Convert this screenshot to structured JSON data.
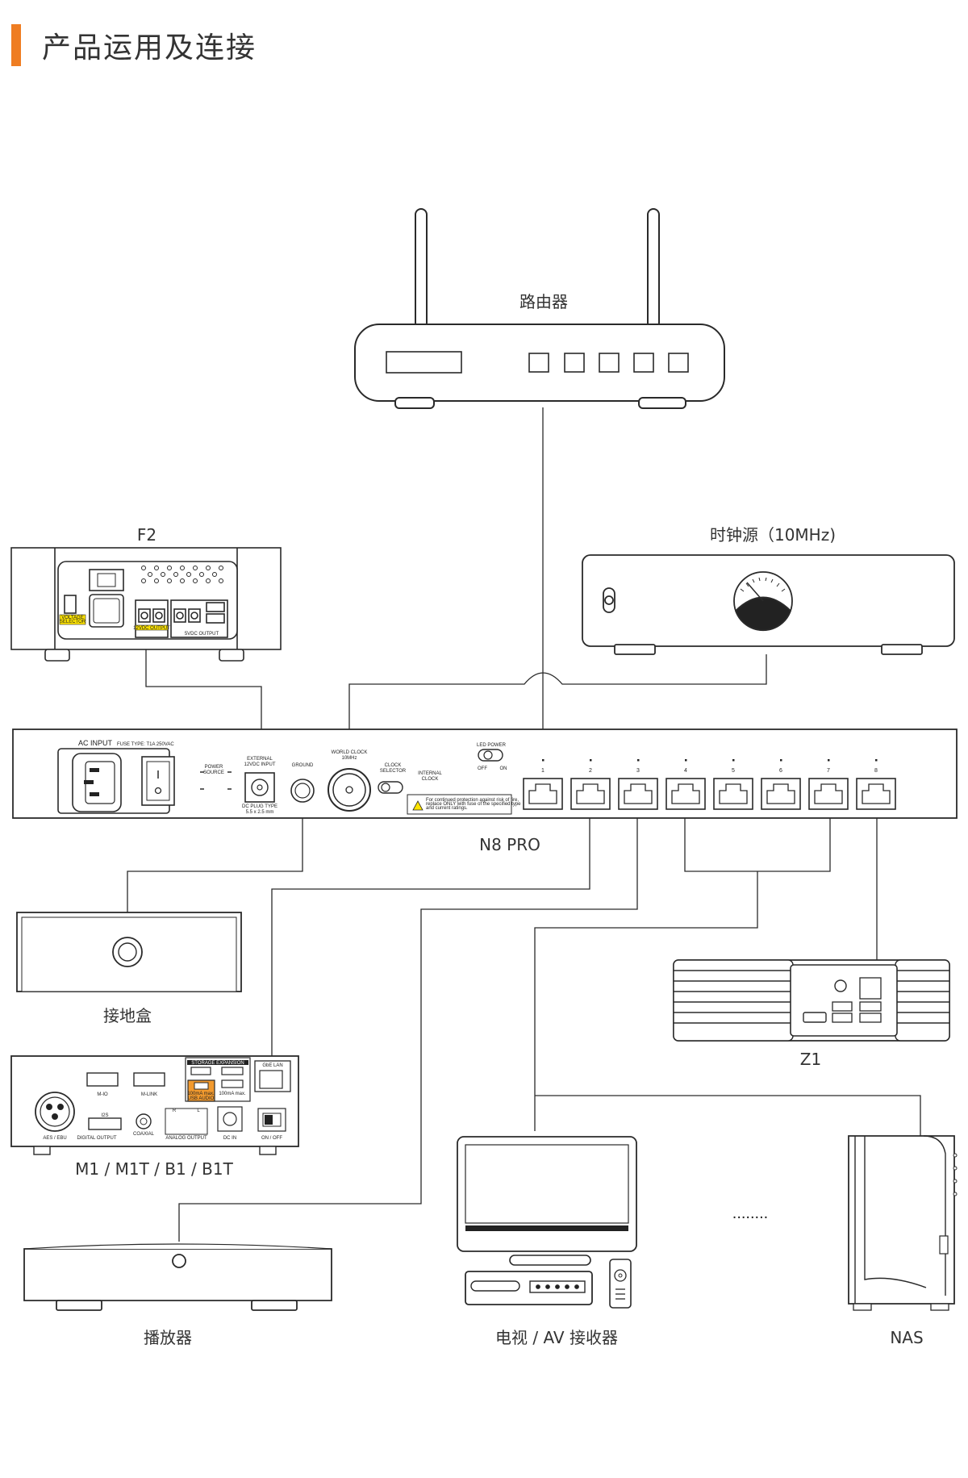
{
  "header": {
    "title": "产品运用及连接"
  },
  "labels": {
    "router": "路由器",
    "f2": "F2",
    "clock": "时钟源（10MHz)",
    "n8": "N8 PRO",
    "ground_box": "接地盒",
    "z1": "Z1",
    "m1": "M1 / M1T / B1 / B1T",
    "player": "播放器",
    "tv": "电视 / AV 接收器",
    "nas": "NAS",
    "ellipsis": "........"
  },
  "n8_panel": {
    "ac_input": "AC INPUT",
    "fuse": "FUSE TYPE: T1A 250VAC",
    "power_source": [
      "POWER",
      "SOURCE"
    ],
    "external": [
      "EXTERNAL",
      "12VDC INPUT"
    ],
    "dc_plug": [
      "DC PLUG TYPE",
      "5.5 x 2.5 mm"
    ],
    "ground": "GROUND",
    "world_clock": [
      "WORLD CLOCK",
      "10MHz"
    ],
    "clock_selector": [
      "CLOCK",
      "SELECTOR"
    ],
    "internal_clock": [
      "INTERNAL",
      "CLOCK"
    ],
    "led_power": "LED POWER",
    "off": "OFF",
    "on": "ON",
    "warning": [
      "For continued protection against risk of fire,",
      "replace ONLY with fuse of the specified type",
      "and current ratings."
    ],
    "ports": [
      "1",
      "2",
      "3",
      "4",
      "5",
      "6",
      "7",
      "8"
    ]
  },
  "m1_panel": {
    "aes": "AES / EBU",
    "m_io": "M-IO",
    "m_link": "M-LINK",
    "i2s": "I2S",
    "digital_output": "DIGITAL OUTPUT",
    "coaxial": "COAXIAL",
    "r": "R",
    "l": "L",
    "analog_output": "ANALOG OUTPUT",
    "storage_expansion": "STORAGE EXPANSION",
    "gbe_lan": "GbE LAN",
    "usb_audio": "USB AUDIO",
    "ma_left": "100mA max.",
    "ma_right": "100mA max.",
    "dc_in": "DC IN",
    "on_off": "ON / OFF"
  },
  "f2_panel": {
    "voltage": [
      "VOLTAGE",
      "SELECTOR"
    ],
    "dc_output": "12VDC OUTPUT",
    "usb_output": "5VDC OUTPUT"
  },
  "colors": {
    "accent": "#ef7d22",
    "line": "#2a2a2a",
    "warning": "#ffe400"
  }
}
